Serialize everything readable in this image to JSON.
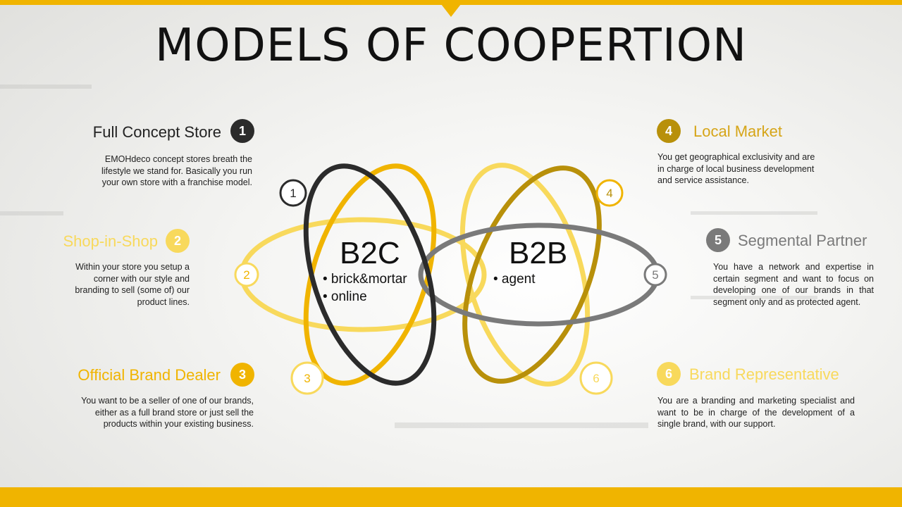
{
  "title": "MODELS OF COOPERTION",
  "colors": {
    "accent": "#f0b400",
    "dark": "#2b2b2b",
    "gold": "#b8900a",
    "grey": "#7a7a7a",
    "light_yellow": "#f8d95c",
    "yellow": "#f0b400"
  },
  "centers": {
    "b2c": {
      "label": "B2C",
      "bullets": [
        "• brick&mortar",
        "• online"
      ]
    },
    "b2b": {
      "label": "B2B",
      "bullets": [
        "• agent"
      ]
    }
  },
  "ellipse_markers": [
    "1",
    "2",
    "3",
    "4",
    "5",
    "6"
  ],
  "models": [
    {
      "number": "1",
      "heading": "Full Concept Store",
      "description": "EMOHdeco concept stores breath the lifestyle we stand for. Basically you run your own store with a franchise model."
    },
    {
      "number": "2",
      "heading": "Shop-in-Shop",
      "description": "Within your store you setup a corner with our style and branding to sell (some of) our product lines."
    },
    {
      "number": "3",
      "heading": "Official Brand Dealer",
      "description": "You want to be a seller of one of our brands, either as a full brand store or just sell the products within your existing business."
    },
    {
      "number": "4",
      "heading": "Local Market",
      "description": "You get geographical exclusivity and are in charge of local business development and service assistance."
    },
    {
      "number": "5",
      "heading": "Segmental Partner",
      "description": "You have a network and expertise in certain segment and want to focus on developing one of our brands in that segment only and as protected agent."
    },
    {
      "number": "6",
      "heading": "Brand Representative",
      "description": "You are a branding and marketing specialist and want to be in charge of the development of a single brand, with our support."
    }
  ]
}
